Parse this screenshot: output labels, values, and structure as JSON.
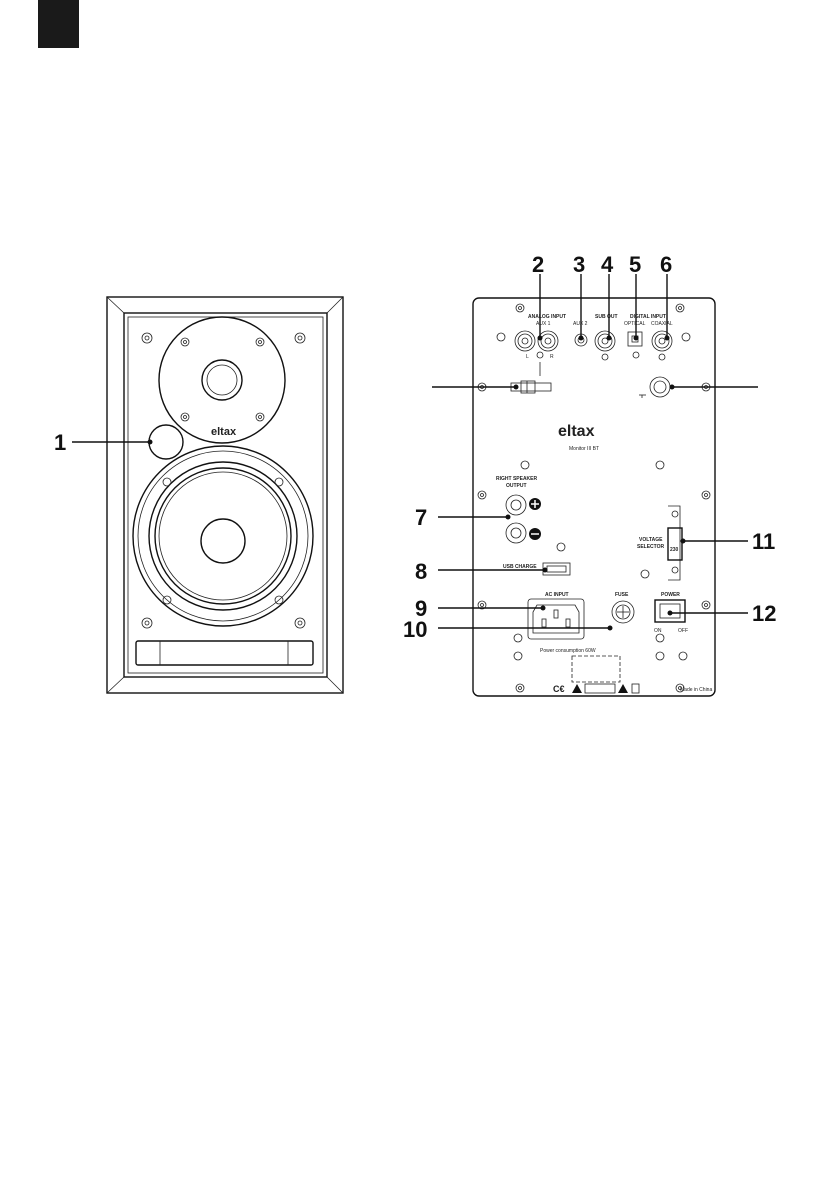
{
  "callouts": {
    "c1": "1",
    "c2": "2",
    "c3": "3",
    "c4": "4",
    "c5": "5",
    "c6": "6",
    "c7": "7",
    "c8": "8",
    "c9": "9",
    "c10": "10",
    "c11": "11",
    "c12": "12"
  },
  "front": {
    "brand": "eltax"
  },
  "rear": {
    "brand": "eltax",
    "model": "Monitor III BT",
    "analog_input": "ANALOG INPUT",
    "aux1": "AUX 1",
    "aux2": "AUX 2",
    "left": "L",
    "right": "R",
    "sub_out": "SUB OUT",
    "digital_input": "DIGITAL INPUT",
    "optical": "OPTICAL",
    "coaxial": "COAXIAL",
    "right_speaker_1": "RIGHT SPEAKER",
    "right_speaker_2": "OUTPUT",
    "usb_charge": "USB CHARGE",
    "ac_input": "AC INPUT",
    "fuse": "FUSE",
    "power": "POWER",
    "on": "ON",
    "off": "OFF",
    "voltage_1": "VOLTAGE",
    "voltage_2": "SELECTOR",
    "voltage_value": "230",
    "power_consumption": "Power consumption 60W",
    "made_in": "Made in China"
  }
}
